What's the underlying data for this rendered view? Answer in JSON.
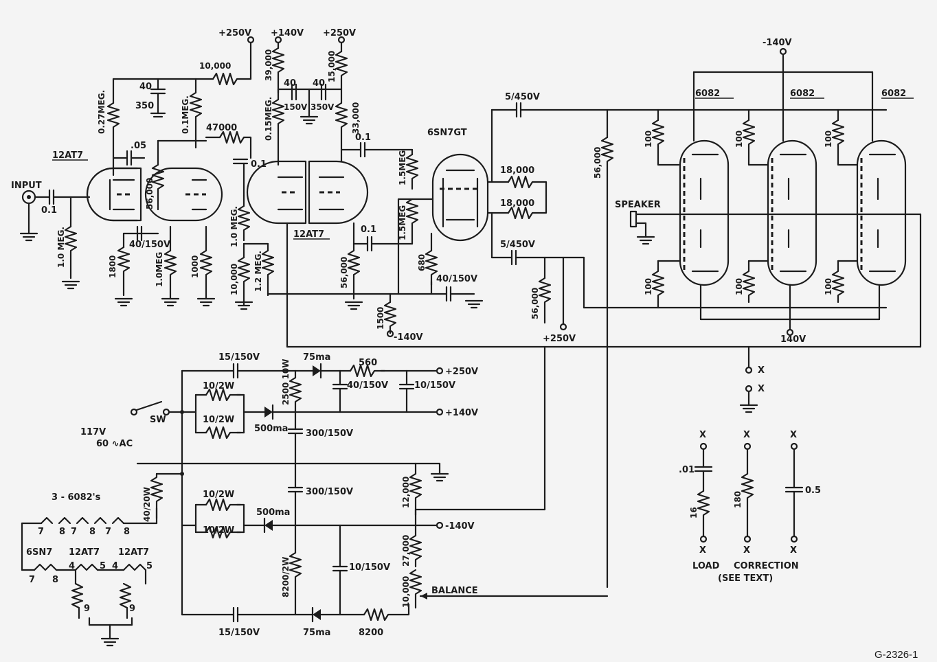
{
  "figure_id": "G-2326-1",
  "voltages": {
    "b250_top": "+250V",
    "b140_top": "+140V",
    "b250_top2": "+250V",
    "neg140_top": "-140V",
    "neg140_mid": "-140V",
    "b250_mid": "+250V",
    "b140_mid": "140V",
    "ps_250": "+250V",
    "ps_140": "+140V",
    "ps_neg140": "-140V"
  },
  "tubes": {
    "t1": "12AT7",
    "t2": "12AT7",
    "t3": "6SN7GT",
    "o1": "6082",
    "o2": "6082",
    "o3": "6082"
  },
  "labels": {
    "input": "INPUT",
    "speaker": "SPEAKER",
    "sw": "SW",
    "mains1": "117V",
    "mains2": "60 ∿AC",
    "balance": "BALANCE",
    "load": "LOAD",
    "correction": "CORRECTION",
    "see_text": "(SEE TEXT)",
    "x1": "X",
    "x2": "X"
  },
  "components": {
    "c_in": "0.1",
    "r_grid": "1.0 MEG.",
    "r_027": "0.27MEG.",
    "c_40": "40",
    "c_350": "350",
    "r_01meg": "0.1MEG.",
    "r_10000a": "10,000",
    "c_05": ".05",
    "r_56000a": "56,000",
    "c_40_150a": "40/150V",
    "r_1800": "1800",
    "r_10meg_b": "1.0MEG",
    "r_1000": "1000",
    "r_47000": "47000",
    "c_01b": "0.1",
    "r_10meg_c": "1.0 MEG.",
    "r_10000b": "10,000",
    "r_12meg": "1.2 MEG.",
    "r_39000": "39,000",
    "c_40b": "40",
    "c_150v": "150V",
    "c_40c": "40",
    "c_350v": "350V",
    "r_15000": "15,000",
    "r_015meg": "0.15MEG.",
    "r_33000": "33,000",
    "c_01c": "0.1",
    "r_15meg_a": "1.5MEG",
    "r_15meg_b": "1.5MEG",
    "c_01d": "0.1",
    "r_56000b": "56,000",
    "r_680": "680",
    "c_40_150b": "40/150V",
    "r_1500": "1500",
    "c_5_450a": "5/450V",
    "r_18000a": "18,000",
    "r_18000b": "18,000",
    "c_5_450b": "5/450V",
    "r_56000c": "56,000",
    "r_56000d": "56,000",
    "r_100": "100",
    "c_15_150a": "15/150V",
    "d_75ma_a": "75ma",
    "r_560": "560",
    "c_40_150c": "40/150V",
    "c_10_150a": "10/150V",
    "r_10_2w": "10/2W",
    "r_2500": "2500 10W",
    "d_500ma": "500ma",
    "c_300_150": "300/150V",
    "r_40_20w": "40/20W",
    "r_12000": "12,000",
    "r_27000": "27,000",
    "r_10000c": "10,000",
    "r_8200_2w": "8200/2W",
    "c_10_150b": "10/150V",
    "c_15_150b": "15/150V",
    "d_75ma_b": "75ma",
    "r_8200": "8200",
    "load_c": ".01",
    "load_r": "16",
    "corr_r": "180",
    "corr_c": "0.5"
  },
  "heaters": {
    "title": "3 - 6082's",
    "pins": [
      "7",
      "8",
      "7",
      "8",
      "7",
      "8"
    ],
    "row2_names": [
      "6SN7",
      "12AT7",
      "12AT7"
    ],
    "row2_pins": [
      "7",
      "8",
      "4",
      "5",
      "4",
      "5"
    ],
    "res": [
      "9",
      "9"
    ]
  }
}
